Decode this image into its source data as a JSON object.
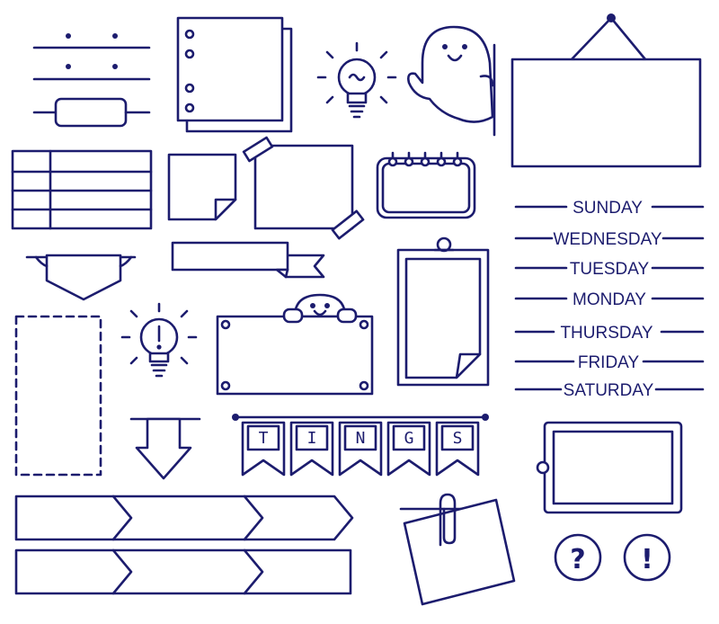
{
  "weekdays": [
    "SUNDAY",
    "WEDNESDAY",
    "TUESDAY",
    "MONDAY",
    "THURSDAY",
    "FRIDAY",
    "SATURDAY"
  ],
  "banner_letters": [
    "T",
    "I",
    "N",
    "G",
    "S"
  ],
  "question_mark": "?",
  "exclamation_mark": "!",
  "ink_color": "#1c1c6e",
  "icons": [
    "lightbulb-icon",
    "lightbulb-exclamation-icon",
    "ghost-icon",
    "paperclip-icon",
    "calendar-icon",
    "arrow-down-icon",
    "question-circle-icon",
    "exclamation-circle-icon"
  ]
}
